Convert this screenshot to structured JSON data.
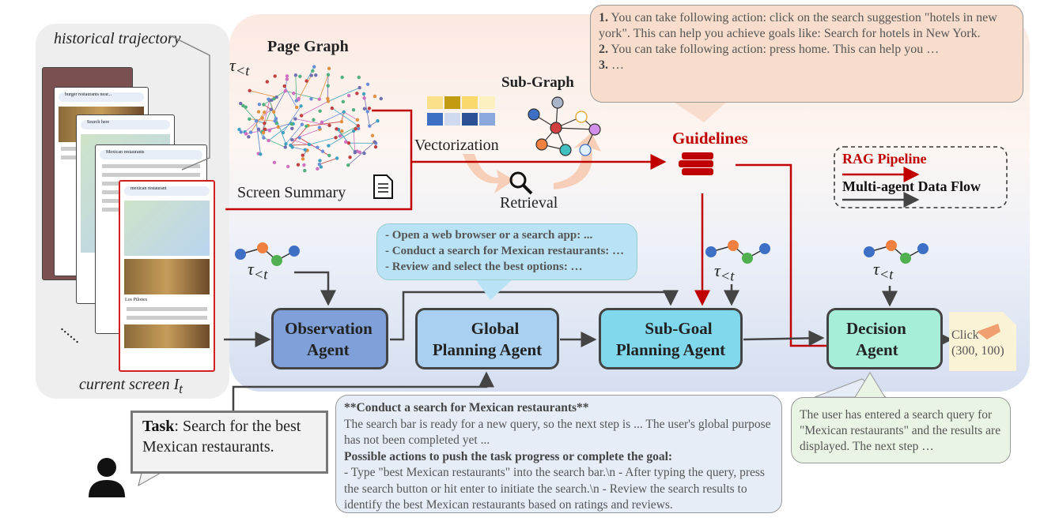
{
  "left": {
    "historical_label": "historical trajectory",
    "current_label": "current screen",
    "current_symbol": "I",
    "current_sub": "t",
    "tau": "τ",
    "tau_sub": "<t",
    "ellipsis": "......"
  },
  "rag": {
    "page_graph": "Page Graph",
    "screen_summary": "Screen Summary",
    "vectorization": "Vectorization",
    "sub_graph": "Sub-Graph",
    "retrieval": "Retrieval",
    "guidelines": "Guidelines"
  },
  "guidelines_bubble": {
    "n1": "1.",
    "l1": " You can take following action: click on the search suggestion \"hotels in new york\". This can help you achieve goals like: Search for hotels in New York.",
    "n2": "2.",
    "l2": " You can take following action: press home. This can help you …",
    "n3": "3.",
    "l3": "  …"
  },
  "legend": {
    "rag": "RAG Pipeline",
    "flow": "Multi-agent Data Flow"
  },
  "global_bubble": {
    "lines": [
      "- Open a web browser or a search app: ...",
      "- Conduct a search for Mexican restaurants: …",
      "- Review and select the best options: …"
    ]
  },
  "agents": {
    "observation": [
      "Observation",
      "Agent"
    ],
    "global": [
      "Global",
      "Planning Agent"
    ],
    "subgoal": [
      "Sub-Goal",
      "Planning Agent"
    ],
    "decision": [
      "Decision",
      "Agent"
    ]
  },
  "output": {
    "action": "Click",
    "coords": "(300, 100)"
  },
  "task": {
    "label": "Task",
    "text": ": Search for the best Mexican restaurants."
  },
  "subgoal_bubble": {
    "title": "**Conduct a search for Mexican restaurants**",
    "p1": "The search bar is ready for a new query, so the next step is ... The user's global purpose has not been completed yet ...",
    "h2": "Possible actions to push the task progress or complete the goal:",
    "p2": " - Type \"best Mexican restaurants\" into the search bar.\\n - After typing the query, press the search button or hit enter to initiate the search.\\n - Review the search results to identify the best Mexican restaurants based on ratings and reviews."
  },
  "decision_bubble": {
    "text": "The user has entered a search query for \"Mexican restaurants\" and the results are displayed. The next step …"
  },
  "phones": {
    "p1": "burger restaurants near...",
    "p2": "Search here",
    "p3": "Mexican restaurants",
    "p4": "mexican restaurant",
    "p4_title": "Los Pilones"
  },
  "colors": {
    "rag": "#c00000",
    "flow": "#444444",
    "observation": "#7fa0d8",
    "global": "#a9d0f0",
    "subgoal": "#7fd8ec",
    "decision": "#a6eed8"
  }
}
